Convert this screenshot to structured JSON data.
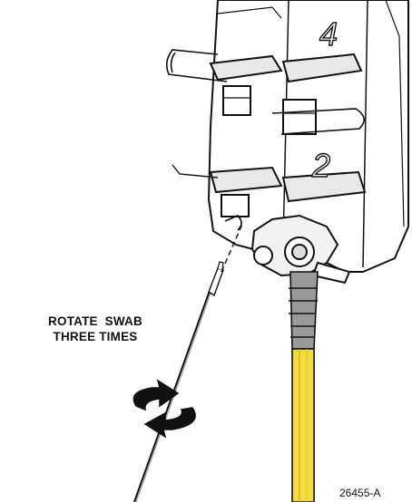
{
  "instruction": {
    "line1": "ROTATE  SWAB",
    "line2": "THREE TIMES"
  },
  "connector_labels": [
    "4",
    "2"
  ],
  "figure_id": "26455-A",
  "colors": {
    "cable_yellow": "#f5dc3c",
    "boot_gray": "#9a9a9a",
    "outline": "#111111"
  }
}
